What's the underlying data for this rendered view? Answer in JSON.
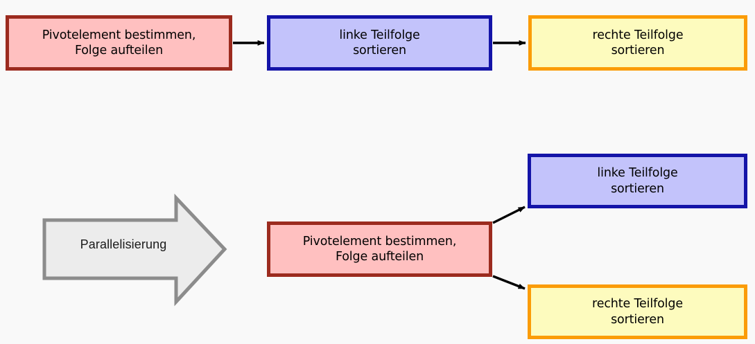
{
  "diagram": {
    "background_color": "#f9f9f9",
    "palette": {
      "pink_fill": "#ffc0c0",
      "pink_border": "#9c2b1f",
      "blue_fill": "#c3c3fb",
      "blue_border": "#1414a8",
      "yellow_fill": "#fdfbbe",
      "yellow_border": "#fb9c07",
      "gray_fill": "#ececec",
      "gray_border": "#8c8c8c",
      "connector_color": "#000000"
    },
    "sequential_flow": {
      "nodes": [
        {
          "id": "top-pivot",
          "style": "pink",
          "lines": [
            "Pivotelement bestimmen,",
            "Folge aufteilen"
          ]
        },
        {
          "id": "top-left",
          "style": "blue",
          "lines": [
            "linke Teilfolge",
            "sortieren"
          ]
        },
        {
          "id": "top-right",
          "style": "yellow",
          "lines": [
            "rechte Teilfolge",
            "sortieren"
          ]
        }
      ],
      "connectors": [
        {
          "from": "top-pivot",
          "to": "top-left",
          "kind": "arrow"
        },
        {
          "from": "top-left",
          "to": "top-right",
          "kind": "arrow"
        }
      ]
    },
    "transform_arrow": {
      "label": "Parallelisierung",
      "direction": "right"
    },
    "parallel_flow": {
      "nodes": [
        {
          "id": "bottom-pivot",
          "style": "pink",
          "lines": [
            "Pivotelement bestimmen,",
            "Folge aufteilen"
          ]
        },
        {
          "id": "bottom-left",
          "style": "blue",
          "lines": [
            "linke Teilfolge",
            "sortieren"
          ]
        },
        {
          "id": "bottom-right",
          "style": "yellow",
          "lines": [
            "rechte Teilfolge",
            "sortieren"
          ]
        }
      ],
      "connectors": [
        {
          "from": "bottom-pivot",
          "to": "bottom-left",
          "kind": "arrow"
        },
        {
          "from": "bottom-pivot",
          "to": "bottom-right",
          "kind": "arrow"
        }
      ]
    }
  }
}
